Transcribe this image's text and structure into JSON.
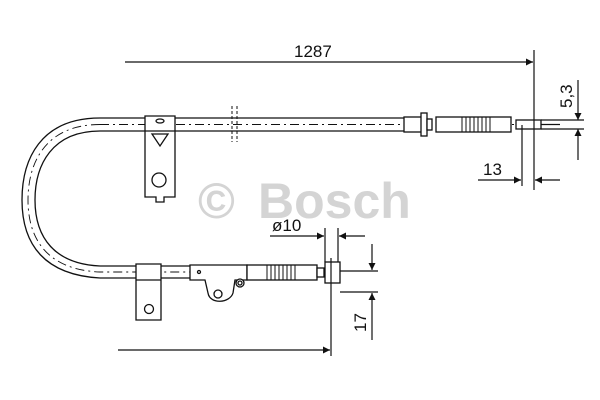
{
  "watermark": {
    "symbol": "©",
    "brand": "Bosch",
    "color": "#d4d4d4"
  },
  "dimensions": {
    "overall_length": "1287",
    "end_offset": "5,3",
    "end_fitting_length": "13",
    "diameter": "ø10",
    "lower_offset": "17"
  },
  "colors": {
    "line": "#111111",
    "background": "#ffffff"
  }
}
